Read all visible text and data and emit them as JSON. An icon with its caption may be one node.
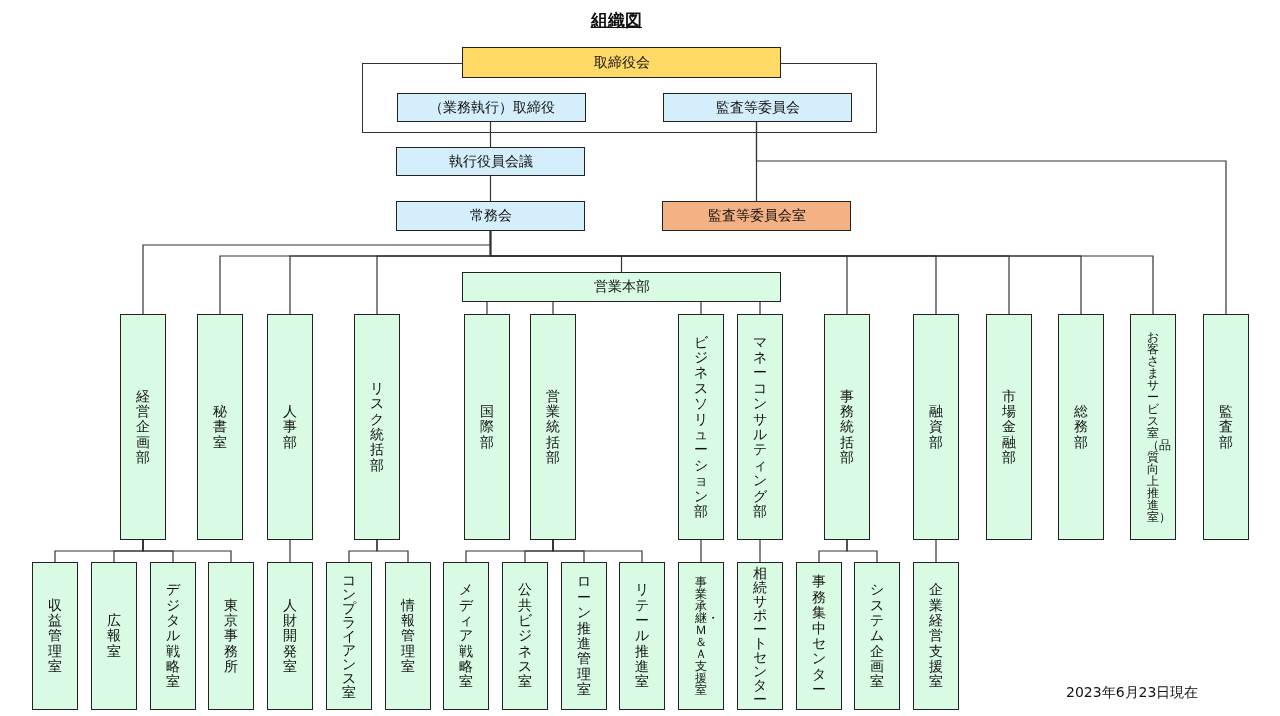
{
  "diagram": {
    "title": "組織図",
    "nodes": [
      {
        "text": [
          "取締役会"
        ]
      },
      {
        "text": [],
        "shape": "box"
      },
      {
        "text": [
          "（業務執行）取締役"
        ],
        "in": 1
      },
      {
        "text": [
          "監査等委員会"
        ],
        "in": 1
      },
      {
        "text": [
          "執行役員会議"
        ]
      },
      {
        "text": [
          "常務会"
        ]
      },
      {
        "text": [
          "監査等委員会室"
        ]
      },
      {
        "text": [
          "営業本部"
        ]
      },
      {
        "text": [
          "経営企画部"
        ]
      },
      {
        "text": [
          "秘書室"
        ]
      },
      {
        "text": [
          "人事部"
        ]
      },
      {
        "text": [
          "リスク統括部"
        ]
      },
      {
        "text": [
          "国際部"
        ]
      },
      {
        "text": [
          "営業統括部"
        ]
      },
      {
        "text": [
          "ビジネスソリューション部"
        ]
      },
      {
        "text": [
          "マネーコンサルティング部"
        ]
      },
      {
        "text": [
          "事務統括部"
        ]
      },
      {
        "text": [
          "融資部"
        ]
      },
      {
        "text": [
          "市場金融部"
        ]
      },
      {
        "text": [
          "総務部"
        ]
      },
      {
        "text": [
          "お客さまサービス室（品質向上推進室）"
        ]
      },
      {
        "text": [
          "監査部"
        ]
      },
      {
        "text": [
          "収益管理室"
        ]
      },
      {
        "text": [
          "広報室"
        ]
      },
      {
        "text": [
          "デジタル戦略室"
        ]
      },
      {
        "text": [
          "東京事務所"
        ]
      },
      {
        "text": [
          "人財開発室"
        ]
      },
      {
        "text": [
          "コンプライアンス室"
        ]
      },
      {
        "text": [
          "情報管理室"
        ]
      },
      {
        "text": [
          "メディア戦略室"
        ]
      },
      {
        "text": [
          "公共ビジネス室"
        ]
      },
      {
        "text": [
          "ローン推進管理室"
        ]
      },
      {
        "text": [
          "リテール推進室"
        ]
      },
      {
        "text": [
          "事業承継・Ｍ＆Ａ支援室"
        ]
      },
      {
        "text": [
          "相続サポートセンター"
        ]
      },
      {
        "text": [
          "事務集中センター"
        ]
      },
      {
        "text": [
          "システム企画室"
        ]
      },
      {
        "text": [
          "企業経営支援室"
        ]
      }
    ],
    "edges": [
      {
        "from": 2,
        "to": 4,
        "arrow": "none"
      },
      {
        "from": 4,
        "to": 5,
        "arrow": "none"
      },
      {
        "from": 3,
        "to": 6,
        "arrow": "none"
      },
      {
        "from": 3,
        "to": 21,
        "arrow": "none"
      },
      {
        "from": 5,
        "to": 8,
        "arrow": "none"
      },
      {
        "from": 5,
        "to": 9,
        "arrow": "none"
      },
      {
        "from": 5,
        "to": 10,
        "arrow": "none"
      },
      {
        "from": 5,
        "to": 11,
        "arrow": "none"
      },
      {
        "from": 5,
        "to": 7,
        "arrow": "none"
      },
      {
        "from": 5,
        "to": 16,
        "arrow": "none"
      },
      {
        "from": 5,
        "to": 17,
        "arrow": "none"
      },
      {
        "from": 5,
        "to": 18,
        "arrow": "none"
      },
      {
        "from": 5,
        "to": 19,
        "arrow": "none"
      },
      {
        "from": 5,
        "to": 20,
        "arrow": "none"
      },
      {
        "from": 7,
        "to": 12,
        "arrow": "none"
      },
      {
        "from": 7,
        "to": 13,
        "arrow": "none"
      },
      {
        "from": 7,
        "to": 14,
        "arrow": "none"
      },
      {
        "from": 7,
        "to": 15,
        "arrow": "none"
      },
      {
        "from": 8,
        "to": 22,
        "arrow": "none"
      },
      {
        "from": 8,
        "to": 23,
        "arrow": "none"
      },
      {
        "from": 8,
        "to": 24,
        "arrow": "none"
      },
      {
        "from": 8,
        "to": 25,
        "arrow": "none"
      },
      {
        "from": 10,
        "to": 26,
        "arrow": "none"
      },
      {
        "from": 11,
        "to": 27,
        "arrow": "none"
      },
      {
        "from": 11,
        "to": 28,
        "arrow": "none"
      },
      {
        "from": 13,
        "to": 29,
        "arrow": "none"
      },
      {
        "from": 13,
        "to": 30,
        "arrow": "none"
      },
      {
        "from": 13,
        "to": 31,
        "arrow": "none"
      },
      {
        "from": 13,
        "to": 32,
        "arrow": "none"
      },
      {
        "from": 14,
        "to": 33,
        "arrow": "none"
      },
      {
        "from": 15,
        "to": 34,
        "arrow": "none"
      },
      {
        "from": 16,
        "to": 35,
        "arrow": "none"
      },
      {
        "from": 16,
        "to": 36,
        "arrow": "none"
      },
      {
        "from": 17,
        "to": 37,
        "arrow": "none"
      }
    ],
    "labels": [
      "2023年6月23日現在"
    ]
  }
}
